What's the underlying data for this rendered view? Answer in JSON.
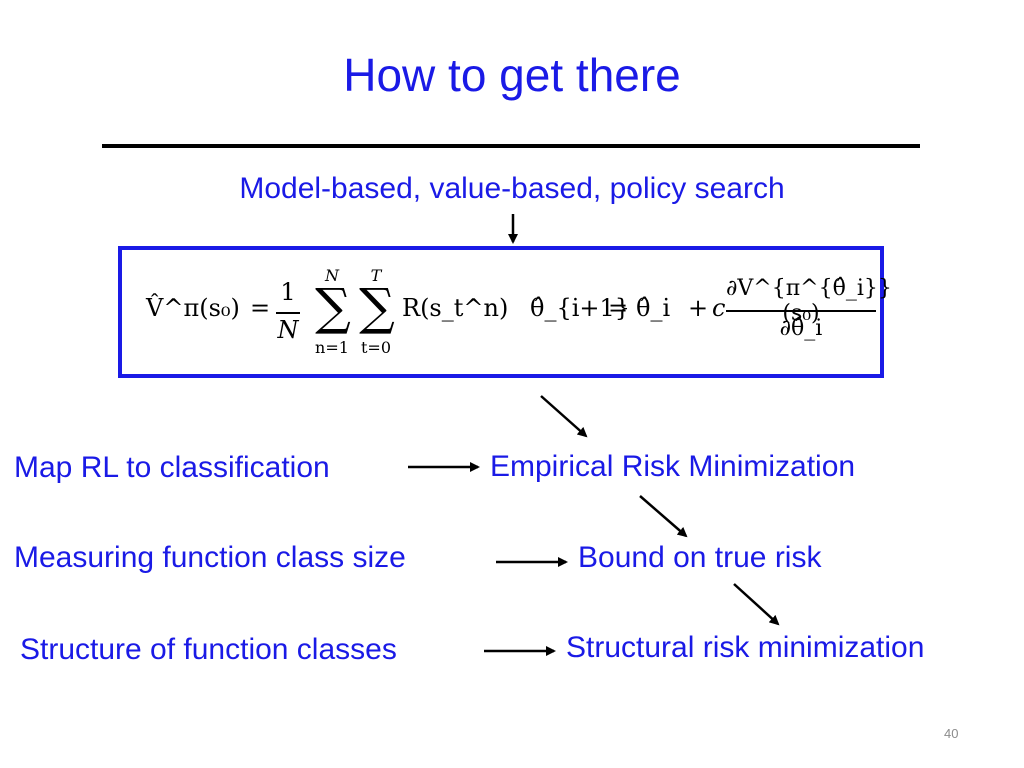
{
  "slide": {
    "title": "How to get there",
    "subtitle": "Model-based, value-based, policy search",
    "page_number": "40"
  },
  "equations": {
    "value_estimate": {
      "lhs": "V̂^π(s₀)",
      "equals": "=",
      "frac_num": "1",
      "frac_den": "N",
      "sum_outer_top": "N",
      "sum_outer_bottom": "n=1",
      "sum_inner_top": "T",
      "sum_inner_bottom": "t=0",
      "summand": "R(s_t^n)"
    },
    "policy_update": {
      "lhs": "θ̂_{i+1}",
      "equals": "=",
      "theta_i": "θ̂_i",
      "plus": "+",
      "c": "c",
      "num": "∂V^{π^{θ̂_i}}(s₀)",
      "den": "∂θ̂_i"
    }
  },
  "flow": {
    "left": [
      "Map RL to classification",
      "Measuring function class size",
      "Structure of function classes"
    ],
    "right": [
      "Empirical Risk Minimization",
      "Bound on true risk",
      "Structural risk minimization"
    ]
  },
  "colors": {
    "accent": "#1a1ae6",
    "text": "#000000"
  }
}
